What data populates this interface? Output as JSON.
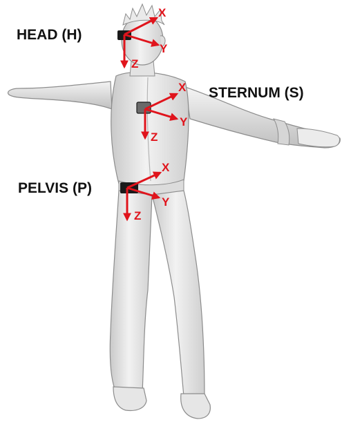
{
  "labels": {
    "head": "HEAD (H)",
    "sternum": "STERNUM (S)",
    "pelvis": "PELVIS (P)"
  },
  "axes": {
    "x": "X",
    "y": "Y",
    "z": "Z"
  },
  "colors": {
    "axis": "#e0141c",
    "label": "#111111",
    "sensor": "#1a1a1a",
    "body": "#e9e9e9",
    "body_shade": "#bdbdbd",
    "outline": "#8c8c8c"
  }
}
